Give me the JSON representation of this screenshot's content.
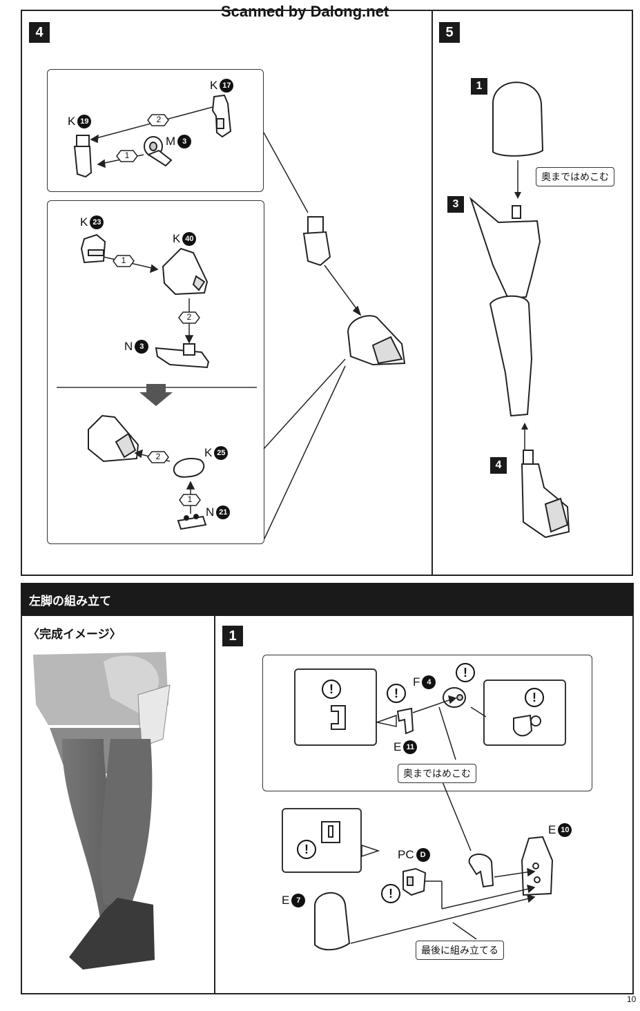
{
  "header": {
    "scan_credit": "Scanned by Dalong.net"
  },
  "step4": {
    "badge": "4",
    "parts": {
      "k17": {
        "letter": "K",
        "number": "17"
      },
      "k19": {
        "letter": "K",
        "number": "19"
      },
      "m3": {
        "letter": "M",
        "number": "3"
      },
      "k23": {
        "letter": "K",
        "number": "23"
      },
      "k40": {
        "letter": "K",
        "number": "40"
      },
      "n3": {
        "letter": "N",
        "number": "3"
      },
      "k25": {
        "letter": "K",
        "number": "25"
      },
      "n21": {
        "letter": "N",
        "number": "21"
      }
    },
    "order": {
      "one": "1",
      "two": "2"
    }
  },
  "step5": {
    "badge": "5",
    "sub_badges": [
      "1",
      "3",
      "4"
    ],
    "note": "奥まではめこむ"
  },
  "left_leg": {
    "section_title": "左脚の組み立て",
    "complete_image_label": "〈完成イメージ〉",
    "step1_badge": "1",
    "parts": {
      "f4": {
        "letter": "F",
        "number": "4"
      },
      "e11": {
        "letter": "E",
        "number": "11"
      },
      "pcd": {
        "letter": "PC",
        "number": "D"
      },
      "e10": {
        "letter": "E",
        "number": "10"
      },
      "e7": {
        "letter": "E",
        "number": "7"
      }
    },
    "notes": {
      "insert_fully": "奥まではめこむ",
      "assemble_last": "最後に組み立てる"
    },
    "caution_symbol": "!"
  },
  "footer": {
    "page_number": "10"
  }
}
